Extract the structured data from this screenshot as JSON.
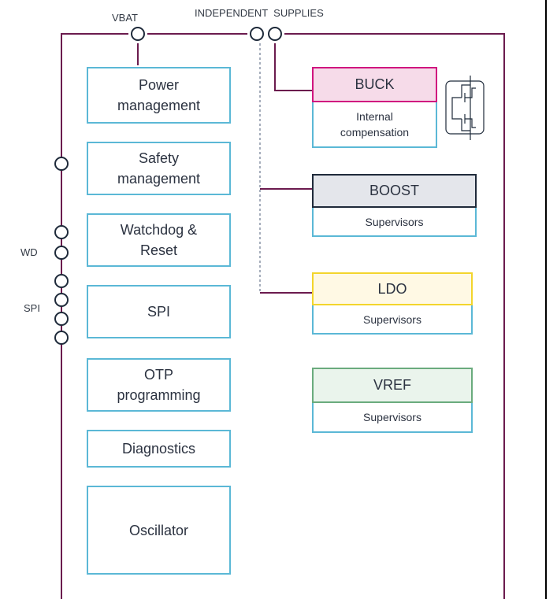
{
  "labels": {
    "vbat": "VBAT",
    "independent_supplies": "INDEPENDENT  SUPPLIES",
    "wd": "WD",
    "spi_pin": "SPI"
  },
  "left_blocks": {
    "power_management": "Power\nmanagement",
    "safety_management": "Safety\nmanagement",
    "watchdog_reset": "Watchdog &\nReset",
    "spi": "SPI",
    "otp_programming": "OTP\nprogramming",
    "diagnostics": "Diagnostics",
    "oscillator": "Oscillator"
  },
  "supplies": {
    "buck": {
      "title": "BUCK",
      "subtitle": "Internal\ncompensation",
      "color": "#d0157f",
      "fill": "#f6dbe9"
    },
    "boost": {
      "title": "BOOST",
      "subtitle": "Supervisors",
      "color": "#1f2a3a",
      "fill": "#e4e6eb"
    },
    "ldo": {
      "title": "LDO",
      "subtitle": "Supervisors",
      "color": "#f3d52c",
      "fill": "#fff9e4"
    },
    "vref": {
      "title": "VREF",
      "subtitle": "Supervisors",
      "color": "#6aab7d",
      "fill": "#eaf4ec"
    }
  },
  "colors": {
    "wire": "#6b1b4e",
    "block_border": "#5bb8d6",
    "text": "#2b3240"
  },
  "icons": [
    "pin-circle",
    "mosfet-symbol-icon"
  ]
}
